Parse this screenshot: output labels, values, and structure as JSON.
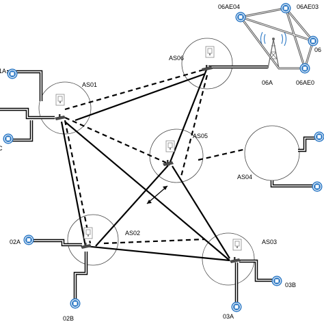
{
  "nodes": {
    "as01": "AS01",
    "as02": "AS02",
    "as03": "AS03",
    "as04": "AS04",
    "as05": "AS05",
    "as06": "AS06"
  },
  "endpoints": {
    "left_top": "1A",
    "left_mid": "C",
    "n02a": "02A",
    "n02b": "02B",
    "n03a": "03A",
    "n03b": "03B",
    "n06a": "06A",
    "n06ae04": "06AE04",
    "n06ae03": "06AE03",
    "n06right": "06",
    "n06ae0": "06AE0"
  },
  "colors": {
    "device_blue": "#2b78c5",
    "line": "#000000",
    "circle": "#444444"
  }
}
